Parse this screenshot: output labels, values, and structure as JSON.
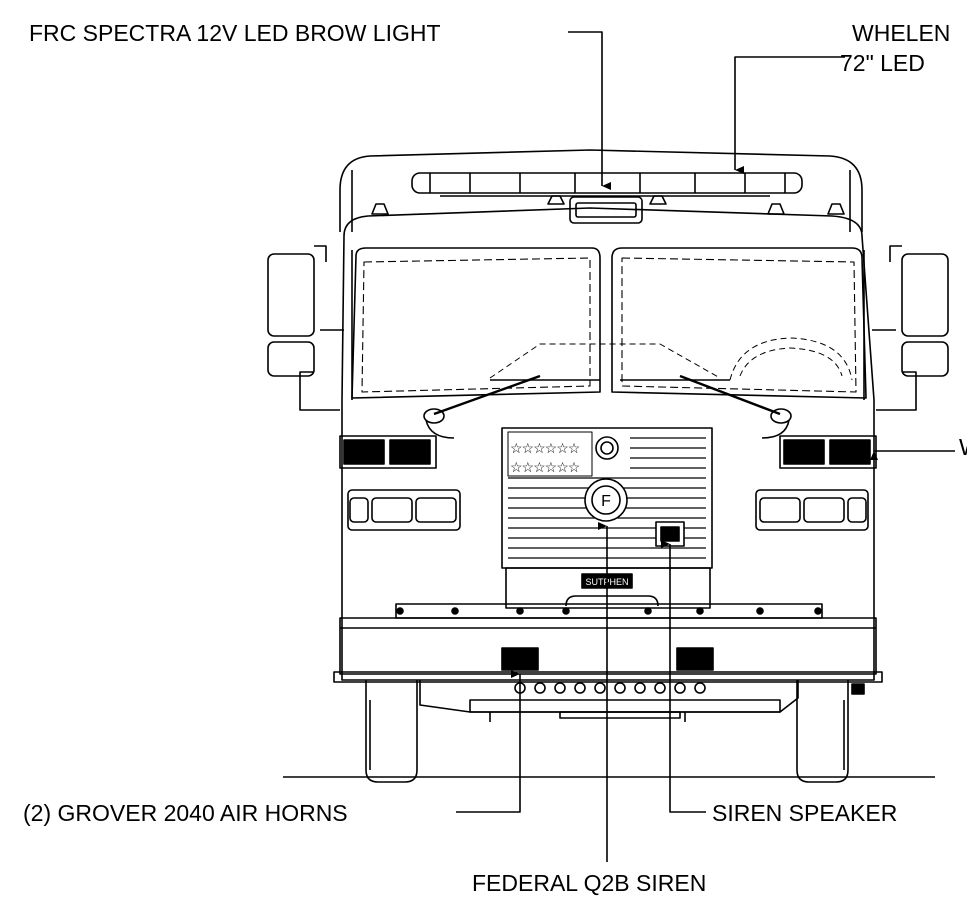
{
  "callouts": {
    "brow_light": "FRC SPECTRA 12V LED BROW LIGHT",
    "lightbar_line1": "WHELEN",
    "lightbar_line2": "72\" LED",
    "side_partial": "W",
    "air_horns": "(2) GROVER 2040 AIR HORNS",
    "siren_speaker": "SIREN SPEAKER",
    "siren": "FEDERAL Q2B SIREN"
  },
  "grille_badge": "F",
  "plate_text": "SUTPHEN"
}
